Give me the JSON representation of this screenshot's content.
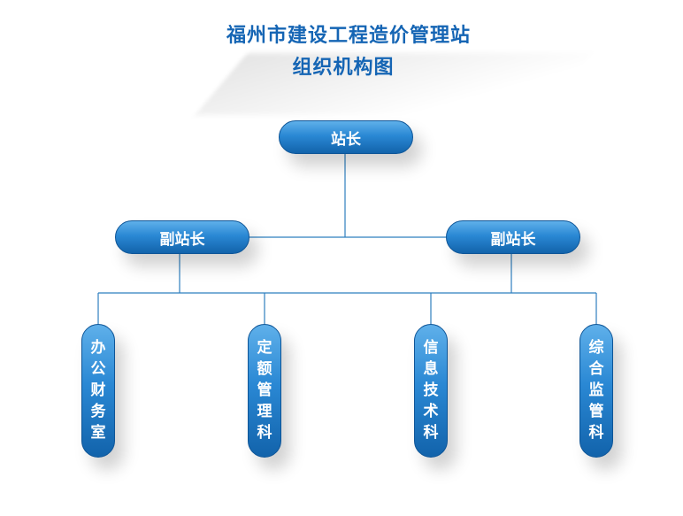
{
  "title": {
    "line1": "福州市建设工程造价管理站",
    "line2": "组织机构图"
  },
  "root": {
    "label": "站长"
  },
  "deputies": [
    {
      "label": "副站长"
    },
    {
      "label": "副站长"
    }
  ],
  "departments": [
    {
      "label": "办公财务室"
    },
    {
      "label": "定额管理科"
    },
    {
      "label": "信息技术科"
    },
    {
      "label": "综合监管科"
    }
  ],
  "colors": {
    "title": "#1565b4",
    "node_top": "#5fb0ea",
    "node_bottom": "#1263ab",
    "connector": "#2e7fbf"
  }
}
